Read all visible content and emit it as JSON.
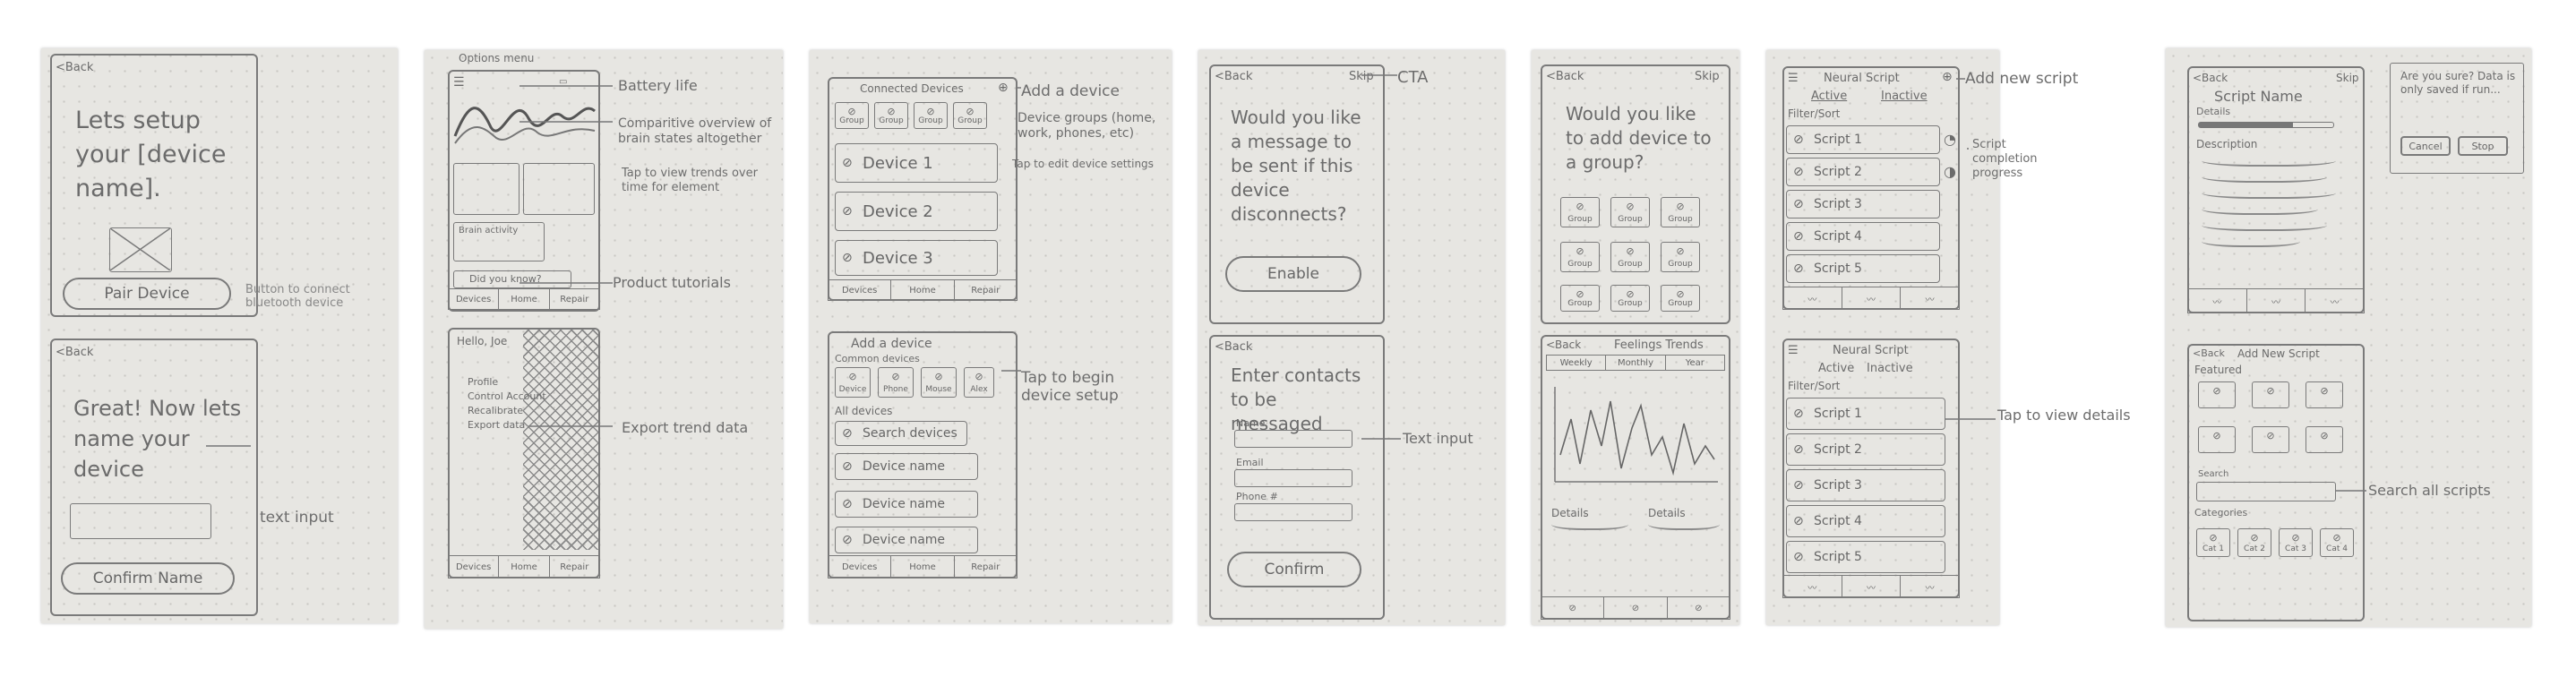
{
  "colors": {
    "paper": "#e7e6e2",
    "ink": "#6b6b6b",
    "border": "#d0cfca"
  },
  "s1": {
    "back": "<Back",
    "title": "Lets setup your [device name].",
    "pair_btn": "Pair Device",
    "ann_pair": "Button to connect bluetooth device",
    "back2": "<Back",
    "great": "Great! Now lets name your device",
    "ann_input": "text input",
    "confirm_btn": "Confirm Name"
  },
  "s2": {
    "options_menu": "Options menu",
    "battery": "Battery life",
    "ann_compare": "Comparitive overview of brain states altogether",
    "ann_trends": "Tap to view trends over time for element",
    "brain_overview": "Brain activity",
    "did_you_know": "Did you know?",
    "ann_tutorials": "Product tutorials",
    "tabs": [
      "Devices",
      "Home",
      "Repair"
    ],
    "hello": "Hello, Joe",
    "menu_items": [
      "Profile",
      "Control Account",
      "Recalibrate",
      "Export data"
    ],
    "ann_export": "Export trend data",
    "tabs2": [
      "Devices",
      "Home",
      "Repair"
    ]
  },
  "s3": {
    "connected": "Connected Devices",
    "ann_add": "Add a device",
    "chips": [
      "Group",
      "Group",
      "Group",
      "Group"
    ],
    "ann_groups": "Device groups (home, work, phones, etc)",
    "ann_edit": "Tap to edit device settings",
    "devices": [
      "Device 1",
      "Device 2",
      "Device 3"
    ],
    "tabs": [
      "Devices",
      "Home",
      "Repair"
    ],
    "add_title": "Add a device",
    "common": "Common devices",
    "common_items": [
      "Device",
      "Phone",
      "Mouse",
      "Alex"
    ],
    "ann_begin": "Tap to begin device setup",
    "all_devices": "All devices",
    "search": "Search devices",
    "device_names": [
      "Device name",
      "Device name",
      "Device name"
    ],
    "tabs2": [
      "Devices",
      "Home",
      "Repair"
    ]
  },
  "s4": {
    "back": "<Back",
    "skip": "Skip",
    "cta": "CTA",
    "question": "Would you like a message to be sent if this device disconnects?",
    "enable": "Enable",
    "back2": "<Back",
    "enter": "Enter contacts to be messaged",
    "fields": [
      "Name",
      "Email",
      "Phone #"
    ],
    "ann_text": "Text input",
    "confirm": "Confirm"
  },
  "s5": {
    "back": "<Back",
    "skip": "Skip",
    "question": "Would you like to add device to a group?",
    "groups": [
      "Group",
      "Group",
      "Group",
      "Group",
      "Group",
      "Group",
      "Group",
      "Group",
      "Group"
    ],
    "back2": "<Back",
    "feelings": "Feelings Trends",
    "seg": [
      "Weekly",
      "Monthly",
      "Year"
    ],
    "details": [
      "Details",
      "Details"
    ]
  },
  "s6": {
    "title": "Neural Script",
    "ann_add": "Add new script",
    "tabs": [
      "Active",
      "Inactive"
    ],
    "filter": "Filter/Sort",
    "scripts": [
      "Script 1",
      "Script 2",
      "Script 3",
      "Script 4",
      "Script 5"
    ],
    "ann_progress": "Script completion progress",
    "title2": "Neural Script",
    "tabs2": [
      "Active",
      "Inactive"
    ],
    "filter2": "Filter/Sort",
    "scripts2": [
      "Script 1",
      "Script 2",
      "Script 3",
      "Script 4",
      "Script 5"
    ],
    "ann_details": "Tap to view details"
  },
  "s7": {
    "back": "<Back",
    "skip": "Skip",
    "script_name": "Script Name",
    "details": "Details",
    "description": "Description",
    "popup_title": "Are you sure? Data is only saved if run...",
    "cancel": "Cancel",
    "stop": "Stop",
    "back2": "<Back",
    "add_title": "Add New Script",
    "featured": "Featured",
    "search": "Search",
    "ann_search": "Search all scripts",
    "categories": "Categories",
    "cats": [
      "Cat 1",
      "Cat 2",
      "Cat 3",
      "Cat 4"
    ]
  }
}
